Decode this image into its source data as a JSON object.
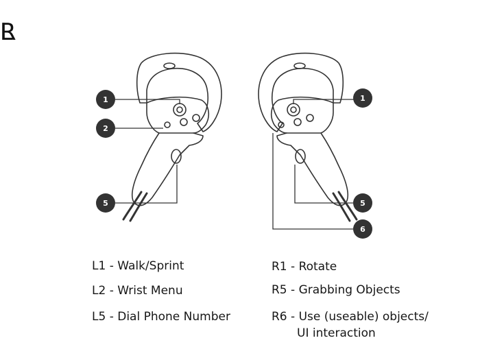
{
  "titles": {
    "left": "L",
    "right": "R"
  },
  "badges": {
    "one": "1",
    "two": "2",
    "five": "5",
    "six": "6"
  },
  "legend": {
    "left": [
      "L1 - Walk/Sprint",
      "L2 - Wrist Menu",
      "L5 - Dial Phone Number"
    ],
    "right": [
      "R1 - Rotate",
      "R5 - Grabbing Objects",
      "R6 - Use (useable) objects/",
      "UI interaction"
    ]
  },
  "colors": {
    "line": "#333333",
    "badge": "#333333"
  }
}
